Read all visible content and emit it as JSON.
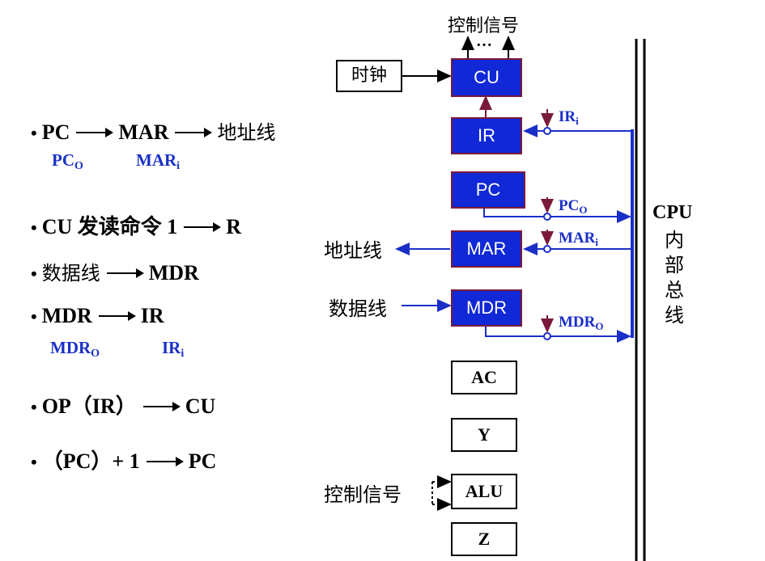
{
  "left_steps": [
    {
      "parts": [
        "PC",
        "MAR",
        "地址线"
      ]
    },
    {
      "sub": [
        "PCO",
        "MARi"
      ]
    },
    {
      "text_pre": "CU 发读命令 1",
      "text_post": "R"
    },
    {
      "parts": [
        "数据线",
        "MDR"
      ]
    },
    {
      "parts": [
        "MDR",
        "IR"
      ]
    },
    {
      "sub": [
        "MDRO",
        "IRi"
      ]
    },
    {
      "text_pre": "OP（IR）",
      "text_post": "CU"
    },
    {
      "text_pre": "（PC）+ 1",
      "text_post": "PC"
    }
  ],
  "step1": {
    "a": "PC",
    "b": "MAR",
    "c": "地址线"
  },
  "step1_sub": {
    "a": "PC",
    "a_s": "O",
    "b": "MAR",
    "b_s": "i"
  },
  "step2": {
    "a": "CU 发读命令 1",
    "b": "R"
  },
  "step3": {
    "a": "数据线",
    "b": "MDR"
  },
  "step4": {
    "a": "MDR",
    "b": "IR"
  },
  "step4_sub": {
    "a": "MDR",
    "a_s": "O",
    "b": "IR",
    "b_s": "i"
  },
  "step5": {
    "a": "OP（IR）",
    "b": "CU"
  },
  "step6": {
    "a": "（PC）+ 1",
    "b": "PC"
  },
  "diagram": {
    "control_top": "控制信号",
    "dots": "…",
    "clock": "时钟",
    "cu": "CU",
    "ir": "IR",
    "pc": "PC",
    "mar": "MAR",
    "mdr": "MDR",
    "ac": "AC",
    "y": "Y",
    "alu": "ALU",
    "z": "Z",
    "addr_line": "地址线",
    "data_line": "数据线",
    "control_bottom": "控制信号",
    "sig_ir": "IR",
    "sig_ir_s": "i",
    "sig_pc": "PC",
    "sig_pc_s": "O",
    "sig_mar": "MAR",
    "sig_mar_s": "i",
    "sig_mdr": "MDR",
    "sig_mdr_s": "O",
    "bus_title": "CPU",
    "bus_chars": [
      "内",
      "部",
      "总",
      "线"
    ]
  },
  "colors": {
    "register_blue": "#1028d6",
    "signal_blue": "#1a2fc8",
    "frame": "#7a1a3a"
  }
}
